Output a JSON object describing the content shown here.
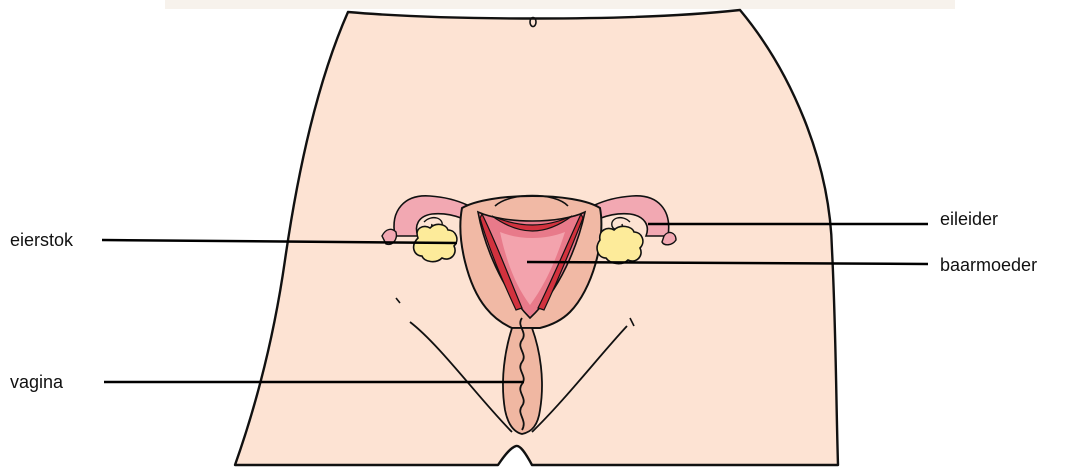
{
  "labels": {
    "ovary": "eierstok",
    "vagina": "vagina",
    "fallopian_tube": "eileider",
    "uterus": "baarmoeder"
  },
  "colors": {
    "skin": "#fde3d3",
    "outline": "#111111",
    "tube": "#f2a8b2",
    "uterus_body": "#f1b9a5",
    "uterus_cavity": "#e87a8a",
    "uterus_lining": "#d2323e",
    "ovary": "#fdeb9a",
    "vagina": "#f0b7a2",
    "leader_line": "#000000"
  }
}
